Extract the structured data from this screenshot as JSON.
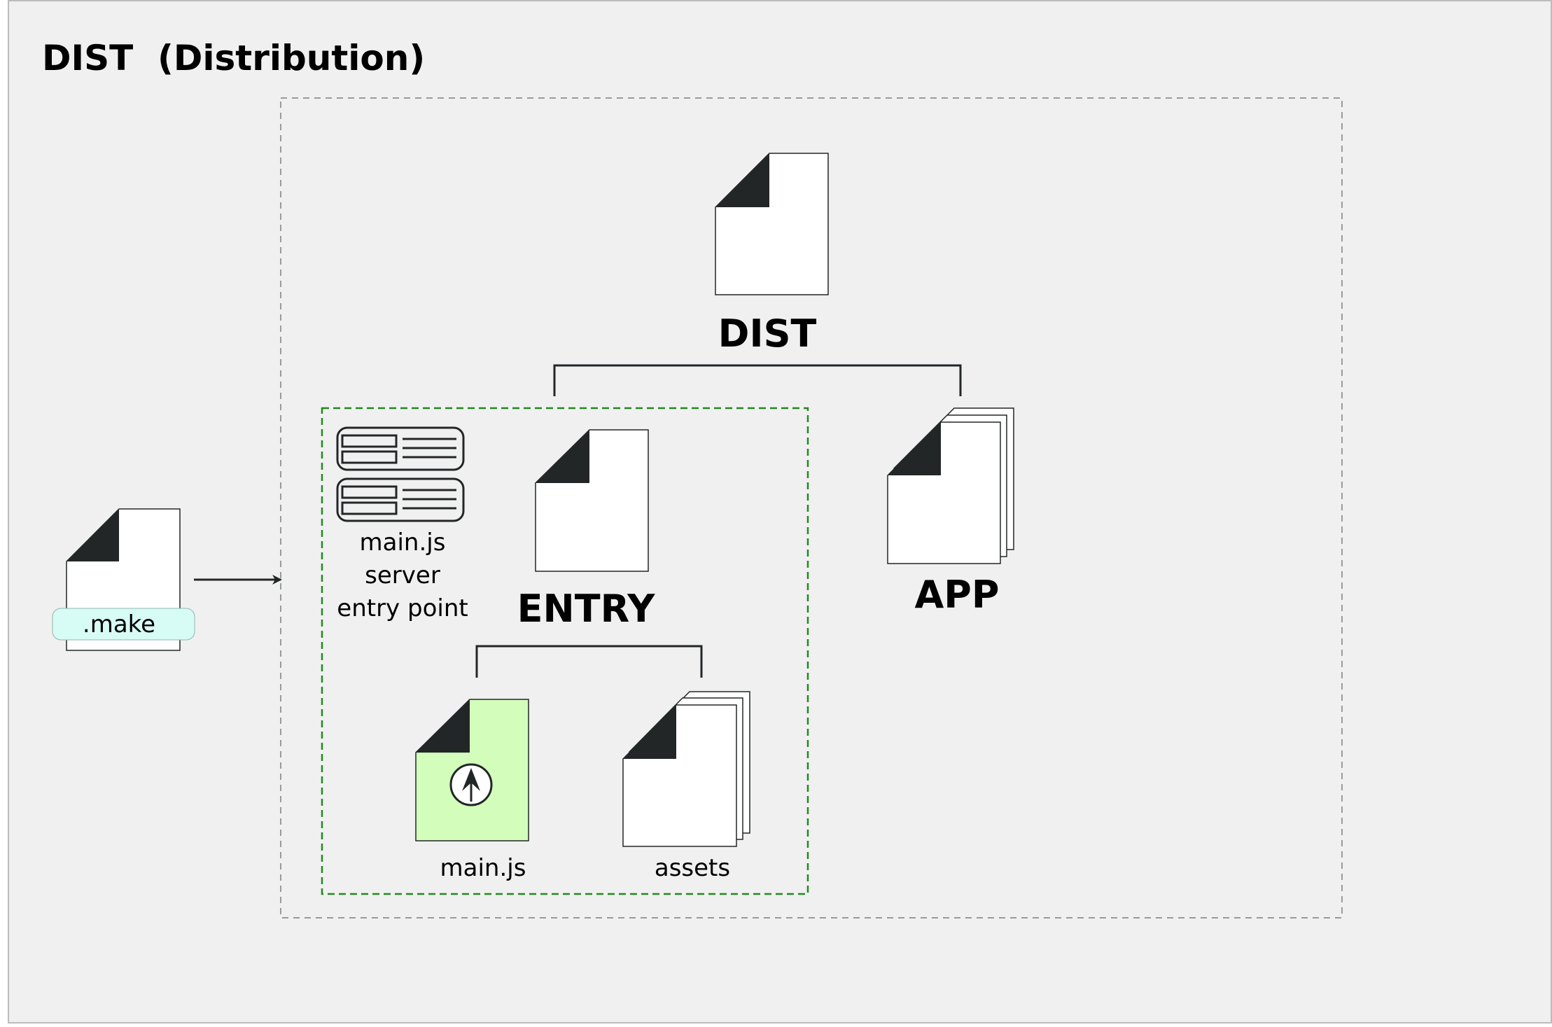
{
  "title": "DIST  (Distribution)",
  "source": {
    "badge": ".make"
  },
  "tree": {
    "root": {
      "label": "DIST"
    },
    "entry": {
      "label": "ENTRY"
    },
    "app": {
      "label": "APP"
    },
    "server_note": {
      "lines": [
        "main.js",
        "server",
        "entry point"
      ]
    },
    "main_file": {
      "label": "main.js"
    },
    "assets": {
      "label": "assets"
    }
  },
  "colors": {
    "background": "#f0f0f0",
    "file_fill": "#ffffff",
    "file_corner": "#232627",
    "main_file_fill": "#d2fdbb",
    "badge_fill": "#d7fbf5",
    "entry_border": "#23891f",
    "outer_border": "#9a9a9a"
  },
  "icons": {
    "server": "server-rack-icon",
    "document": "document-icon",
    "documents": "document-stack-icon",
    "upload": "upload-arrow-icon"
  }
}
